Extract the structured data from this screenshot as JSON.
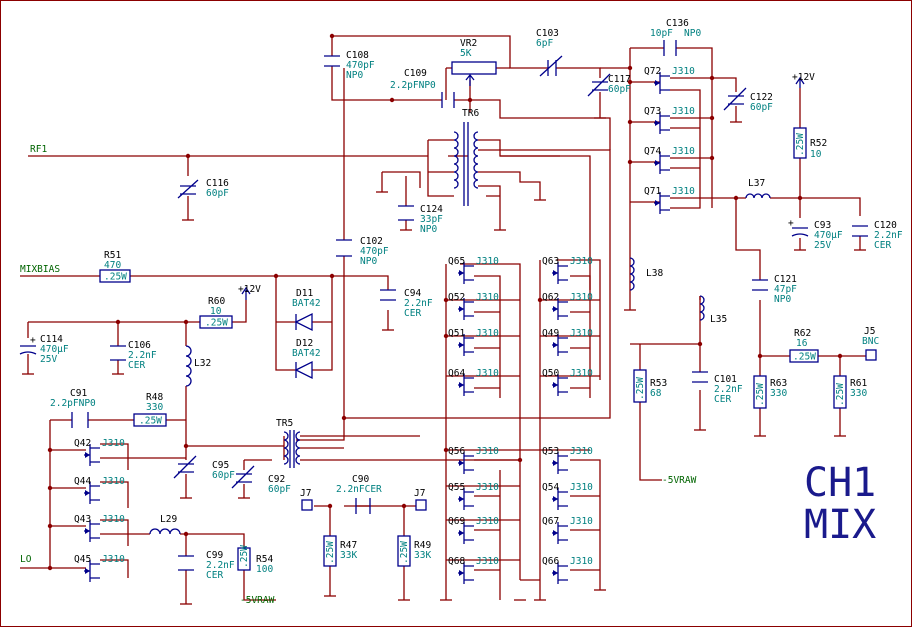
{
  "title": {
    "line1": "CH1",
    "line2": "MIX"
  },
  "nets": {
    "rf1": "RF1",
    "mixbias": "MIXBIAS",
    "lo": "LO",
    "p12a": "+12V",
    "p12b": "+12V",
    "m5a": "-5VRAW",
    "m5b": "-5VRAW",
    "j7a": "J7",
    "j7b": "J7",
    "j5": "J5",
    "bnc": "BNC"
  },
  "components": {
    "C108": {
      "ref": "C108",
      "v1": "470pF",
      "v2": "NP0"
    },
    "VR2": {
      "ref": "VR2",
      "v1": "5K"
    },
    "C103": {
      "ref": "C103",
      "v1": "6pF"
    },
    "C136": {
      "ref": "C136",
      "v1": "10pF",
      "v2": "NP0"
    },
    "C109": {
      "ref": "C109",
      "v1": "2.2pFNP0"
    },
    "C117": {
      "ref": "C117",
      "v1": "60pF"
    },
    "C122": {
      "ref": "C122",
      "v1": "60pF"
    },
    "TR6": {
      "ref": "TR6"
    },
    "R52": {
      "ref": "R52",
      "v1": "10",
      "v2": ".25W"
    },
    "C116": {
      "ref": "C116",
      "v1": "60pF"
    },
    "C124": {
      "ref": "C124",
      "v1": "33pF",
      "v2": "NP0"
    },
    "L37": {
      "ref": "L37"
    },
    "C93": {
      "ref": "C93",
      "v1": "470µF",
      "v2": "25V"
    },
    "C120": {
      "ref": "C120",
      "v1": "2.2nF",
      "v2": "CER"
    },
    "C102": {
      "ref": "C102",
      "v1": "470pF",
      "v2": "NP0"
    },
    "R51": {
      "ref": "R51",
      "v1": "470",
      "v2": ".25W"
    },
    "C94": {
      "ref": "C94",
      "v1": "2.2nF",
      "v2": "CER"
    },
    "L38": {
      "ref": "L38"
    },
    "C121": {
      "ref": "C121",
      "v1": "47pF",
      "v2": "NP0"
    },
    "R60": {
      "ref": "R60",
      "v1": "10",
      "v2": ".25W"
    },
    "D11": {
      "ref": "D11",
      "v1": "BAT42"
    },
    "D12": {
      "ref": "D12",
      "v1": "BAT42"
    },
    "L35": {
      "ref": "L35"
    },
    "R62": {
      "ref": "R62",
      "v1": "16",
      "v2": ".25W"
    },
    "C114": {
      "ref": "C114",
      "v1": "470µF",
      "v2": "25V"
    },
    "C106": {
      "ref": "C106",
      "v1": "2.2nF",
      "v2": "CER"
    },
    "L32": {
      "ref": "L32"
    },
    "R53": {
      "ref": "R53",
      "v1": "68",
      "v2": ".25W"
    },
    "C101": {
      "ref": "C101",
      "v1": "2.2nF",
      "v2": "CER"
    },
    "R63": {
      "ref": "R63",
      "v1": "330",
      "v2": ".25W"
    },
    "R61": {
      "ref": "R61",
      "v1": "330",
      "v2": ".25W"
    },
    "C91": {
      "ref": "C91",
      "v1": "2.2pFNP0"
    },
    "R48": {
      "ref": "R48",
      "v1": "330",
      "v2": ".25W"
    },
    "TR5": {
      "ref": "TR5"
    },
    "C95": {
      "ref": "C95",
      "v1": "60pF"
    },
    "C92": {
      "ref": "C92",
      "v1": "60pF"
    },
    "C90": {
      "ref": "C90",
      "v1": "2.2nFCER"
    },
    "L29": {
      "ref": "L29"
    },
    "C99": {
      "ref": "C99",
      "v1": "2.2nF",
      "v2": "CER"
    },
    "R54": {
      "ref": "R54",
      "v1": "100",
      "v2": ".25W"
    },
    "R47": {
      "ref": "R47",
      "v1": "33K",
      "v2": ".25W"
    },
    "R49": {
      "ref": "R49",
      "v1": "33K",
      "v2": ".25W"
    }
  },
  "transistors": {
    "type": "J310",
    "q72": "Q72",
    "q73": "Q73",
    "q74": "Q74",
    "q71": "Q71",
    "q65": "Q65",
    "q52": "Q52",
    "q51": "Q51",
    "q64": "Q64",
    "q63": "Q63",
    "q62": "Q62",
    "q49": "Q49",
    "q50": "Q50",
    "q56": "Q56",
    "q55": "Q55",
    "q69": "Q69",
    "q68": "Q68",
    "q53": "Q53",
    "q54": "Q54",
    "q67": "Q67",
    "q66": "Q66",
    "q42": "Q42",
    "q44": "Q44",
    "q43": "Q43",
    "q45": "Q45"
  }
}
